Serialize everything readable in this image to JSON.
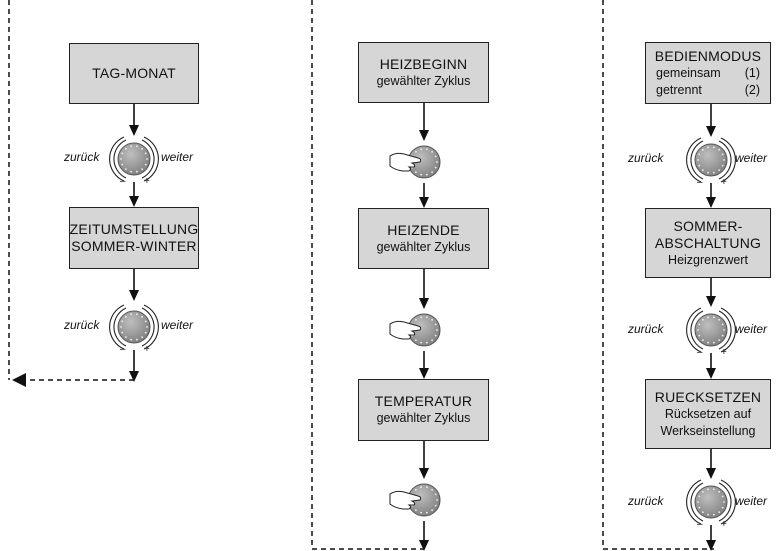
{
  "labels": {
    "back": "zurück",
    "next": "weiter"
  },
  "columns": [
    {
      "boxes": [
        {
          "lines": [
            "TAG-MONAT"
          ]
        },
        {
          "lines": [
            "ZEITUMSTELLUNG",
            "SOMMER-WINTER"
          ]
        }
      ]
    },
    {
      "boxes": [
        {
          "lines": [
            "HEIZBEGINN",
            "gewählter Zyklus"
          ]
        },
        {
          "lines": [
            "HEIZENDE",
            "gewählter Zyklus"
          ]
        },
        {
          "lines": [
            "TEMPERATUR",
            "gewählter Zyklus"
          ]
        }
      ]
    },
    {
      "boxes": [
        {
          "title": "BEDIENMODUS",
          "rows": [
            [
              "gemeinsam",
              "(1)"
            ],
            [
              "getrennt",
              "(2)"
            ]
          ]
        },
        {
          "lines": [
            "SOMMER-",
            "ABSCHALTUNG",
            "Heizgrenzwert"
          ]
        },
        {
          "lines": [
            "RUECKSETZEN",
            "Rücksetzen auf",
            "Werkseinstellung"
          ]
        }
      ]
    }
  ],
  "colors": {
    "box_fill": "#d6d6d6",
    "line": "#111111",
    "knob": "#8a8a8a"
  },
  "icons": [
    "knob-icon",
    "hand-press-icon",
    "rotate-arrows-icon"
  ]
}
